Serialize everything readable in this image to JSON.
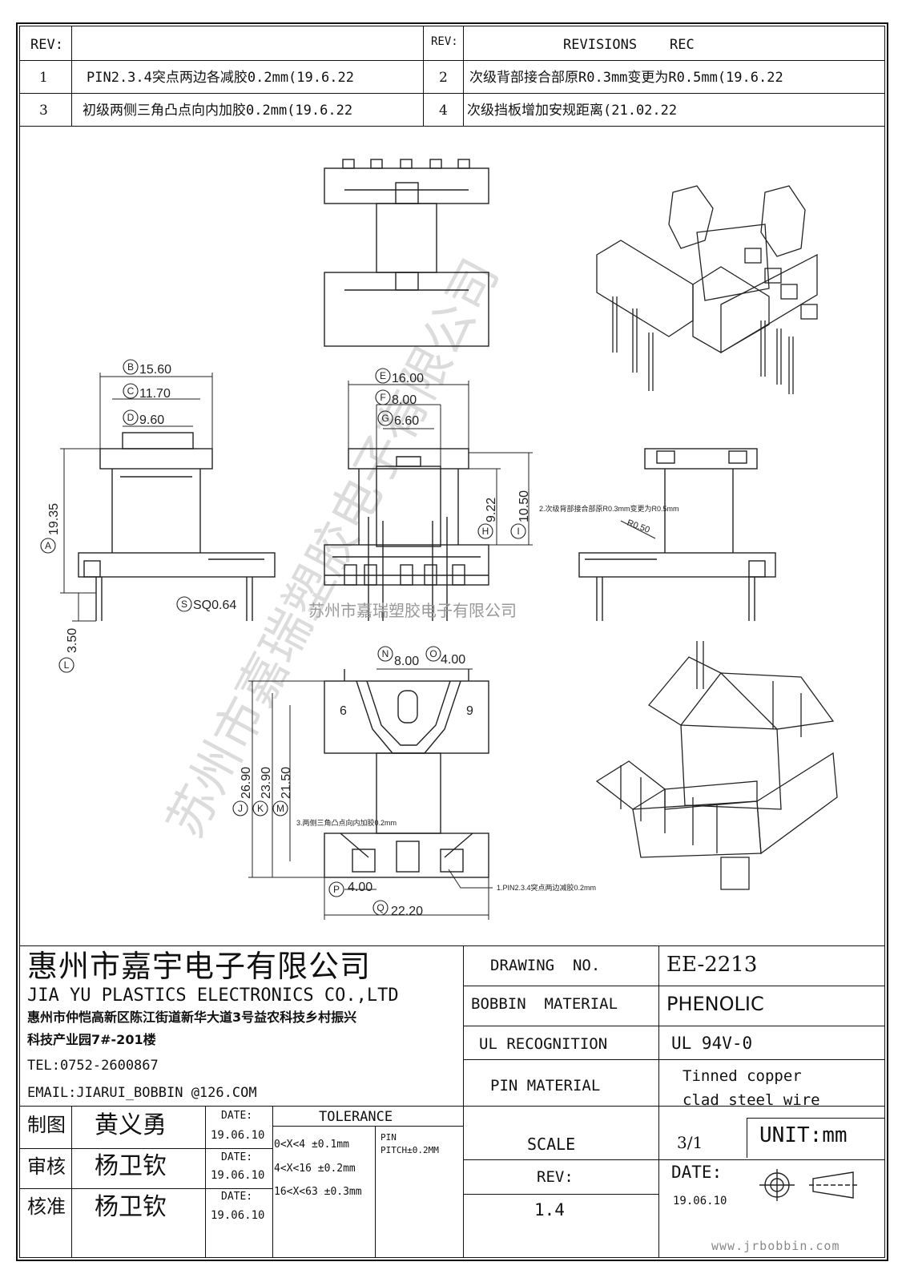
{
  "revisions": {
    "rev_header": "REV:",
    "rev_header_2": "REV:",
    "title_header": "REVISIONS    REC",
    "rows": [
      {
        "num": "1",
        "text": "PIN2.3.4突点两边各减胶0.2mm(19.6.22"
      },
      {
        "num": "2",
        "text": "次级背部接合部原R0.3mm变更为R0.5mm(19.6.22"
      },
      {
        "num": "3",
        "text": "初级两侧三角凸点向内加胶0.2mm(19.6.22"
      },
      {
        "num": "4",
        "text": "次级挡板增加安规距离(21.02.22"
      }
    ]
  },
  "drawing": {
    "dims": {
      "A": "19.35",
      "B": "15.60",
      "C": "11.70",
      "D": "9.60",
      "E": "16.00",
      "F": "8.00",
      "G": "6.60",
      "H": "9.22",
      "I": "10.50",
      "J": "26.90",
      "K": "23.90",
      "L": "3.50",
      "M": "21.50",
      "N": "8.00",
      "O": "4.00",
      "P": "4.00",
      "Q": "22.20",
      "S": "SQ0.64"
    },
    "pin_labels": {
      "left": "6",
      "right": "9"
    },
    "notes": {
      "note1": "1.PIN2.3.4突点两边减胶0.2mm",
      "note2": "2.次级背部接合部原R0.3mm变更为R0.5mm",
      "note3": "3.两侧三角凸点向内加胶0.2mm",
      "radius": "R0.50"
    },
    "watermark": "苏州市嘉瑞塑胶电子有限公司"
  },
  "title_block": {
    "company_cn": "惠州市嘉宇电子有限公司",
    "company_en": "JIA YU PLASTICS ELECTRONICS CO.,LTD",
    "address_1": "惠州市仲恺高新区陈江街道新华大道3号益农科技乡村振兴",
    "address_2": "科技产业园7#-201楼",
    "tel": "TEL:0752-2600867",
    "email": "EMAIL:JIARUI_BOBBIN @126.COM",
    "drawing_no_label": "DRAWING  NO.",
    "drawing_no": "EE-2213",
    "bobbin_material_label": "BOBBIN  MATERIAL",
    "bobbin_material": "PHENOLIC",
    "ul_label": "UL RECOGNITION",
    "ul_value": "UL 94V-0",
    "pin_material_label": "PIN MATERIAL",
    "pin_material_1": "Tinned copper",
    "pin_material_2": "clad steel wire",
    "scale_label": "SCALE",
    "scale": "3/1",
    "unit": "UNIT:mm",
    "rev_label": "REV:",
    "rev": "1.4",
    "date_label": "DATE:",
    "date": "19.06.10",
    "tolerance_label": "TOLERANCE",
    "tol_1": "0<X<4  ±0.1mm",
    "tol_2": "4<X<16 ±0.2mm",
    "tol_3": "16<X<63 ±0.3mm",
    "pin_pitch_1": "PIN",
    "pin_pitch_2": "PITCH±0.2MM",
    "roles": [
      {
        "role": "制图",
        "name": "黄义勇",
        "date_label": "DATE:",
        "date": "19.06.10"
      },
      {
        "role": "审核",
        "name": "杨卫钦",
        "date_label": "DATE:",
        "date": "19.06.10"
      },
      {
        "role": "核准",
        "name": "杨卫钦",
        "date_label": "DATE:",
        "date": "19.06.10"
      }
    ],
    "website": "www.jrbobbin.com"
  }
}
